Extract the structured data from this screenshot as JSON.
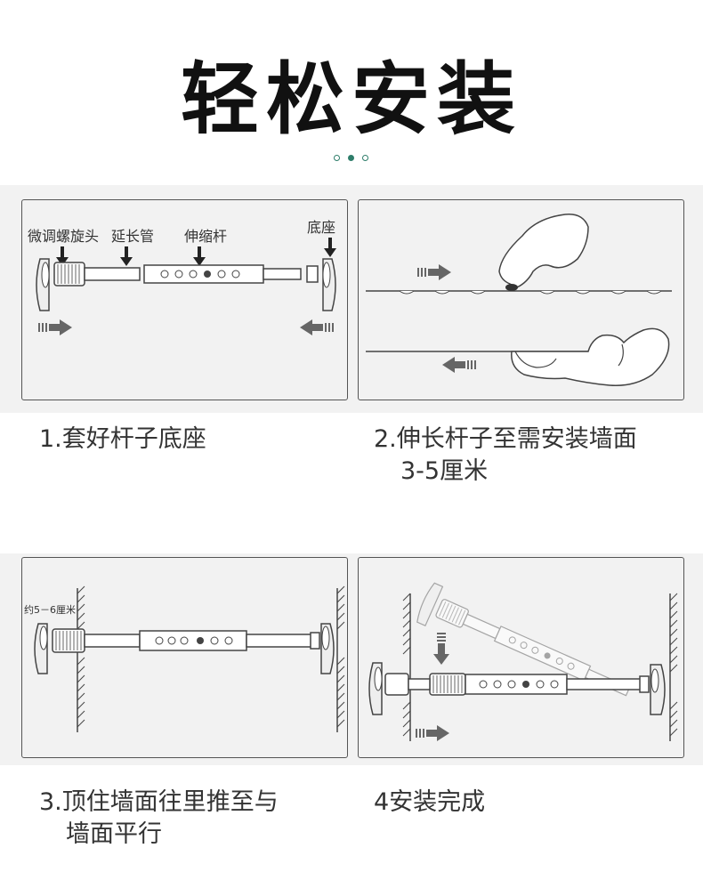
{
  "title": "轻松安装",
  "steps": [
    {
      "labels": {
        "knob": "微调螺旋头",
        "tube": "延长管",
        "rod": "伸缩杆",
        "base": "底座"
      },
      "caption": [
        "1.套好杆子底座"
      ]
    },
    {
      "caption": [
        "2.伸长杆子至需安装墙面",
        "3-5厘米"
      ]
    },
    {
      "labels": {
        "gap": "约5－6厘米"
      },
      "caption": [
        "3.顶住墙面往里推至与",
        "墙面平行"
      ]
    },
    {
      "caption": [
        "4安装完成"
      ]
    }
  ],
  "colors": {
    "accent": "#2e7d6a",
    "panel_bg": "#f2f2f2",
    "line": "#555555"
  }
}
